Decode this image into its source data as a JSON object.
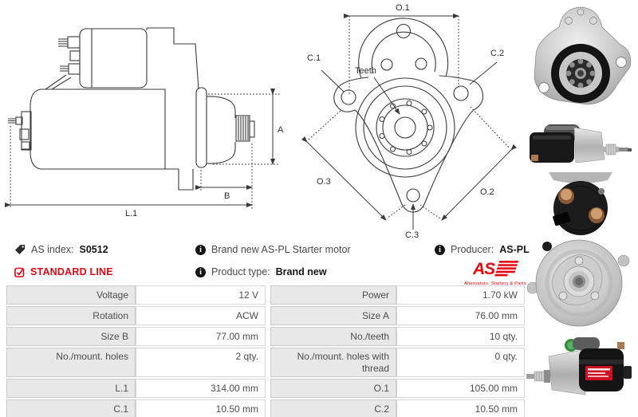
{
  "colors": {
    "accent_red": "#e30613",
    "table_label_bg": "#e8e8e8"
  },
  "drawings": {
    "side_view": {
      "dim_a": "A",
      "dim_b": "B",
      "dim_l1": "L.1"
    },
    "front_view": {
      "dim_o1": "O.1",
      "dim_o2": "O.2",
      "dim_o3": "O.3",
      "dim_c1": "C.1",
      "dim_c2": "C.2",
      "dim_c3": "C.3",
      "teeth_label": "Teeth"
    }
  },
  "info": {
    "as_index_label": "AS index:",
    "as_index_value": "S0512",
    "standard_line": "STANDARD LINE",
    "brand_new_text": "Brand new AS-PL Starter motor",
    "product_type_label": "Product type:",
    "product_type_value": "Brand new",
    "producer_label": "Producer:",
    "producer_value": "AS-PL",
    "logo_text": "AS",
    "logo_tagline": "Alternators, Starters & Parts"
  },
  "table": {
    "rows": [
      {
        "label1": "Voltage",
        "value1": "12 V",
        "label2": "Power",
        "value2": "1.70 kW"
      },
      {
        "label1": "Rotation",
        "value1": "ACW",
        "label2": "Size A",
        "value2": "76.00 mm"
      },
      {
        "label1": "Size B",
        "value1": "77.00 mm",
        "label2": "No./teeth",
        "value2": "10 qty."
      },
      {
        "label1": "No./mount. holes",
        "value1": "2 qty.",
        "label2": "No./mount. holes with thread",
        "value2": "0 qty."
      },
      {
        "label1": "L.1",
        "value1": "314.00 mm",
        "label2": "O.1",
        "value2": "105.00 mm"
      },
      {
        "label1": "C.1",
        "value1": "10.50 mm",
        "label2": "C.2",
        "value2": "10.50 mm"
      }
    ]
  },
  "photos": {
    "items": [
      {
        "alt": "starter-front-flange-view"
      },
      {
        "alt": "starter-side-view-shaft-right"
      },
      {
        "alt": "solenoid-terminal-end-view"
      },
      {
        "alt": "starter-rear-end-cap-view"
      },
      {
        "alt": "starter-side-view-shaft-left"
      }
    ]
  }
}
